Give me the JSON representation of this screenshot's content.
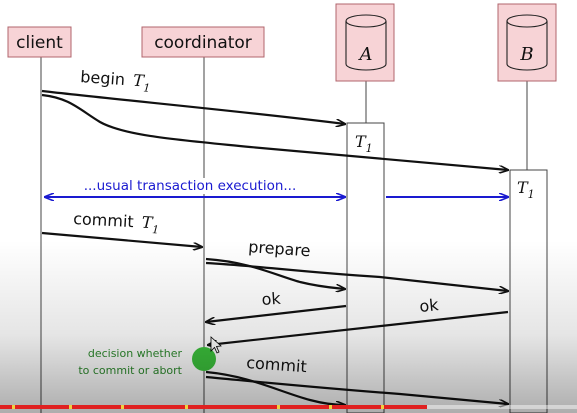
{
  "diagram": {
    "actors": {
      "client": "client",
      "coordinator": "coordinator",
      "db_a": "A",
      "db_b": "B"
    },
    "transaction": "T",
    "transaction_sub": "1",
    "messages": {
      "begin": "begin",
      "usual_execution": "...usual transaction execution...",
      "commit_req": "commit",
      "prepare": "prepare",
      "ok_a": "ok",
      "ok_b": "ok",
      "commit": "commit"
    },
    "note": {
      "line1": "decision whether",
      "line2": "to commit or abort"
    },
    "colors": {
      "actor_fill": "#f7d3d6",
      "actor_stroke": "#b0656c",
      "blue": "#1a1ad0",
      "decision_dot": "#3cc23c",
      "note_text": "#2e8b2e"
    }
  },
  "player": {
    "progress_percent": 74,
    "markers_percent": [
      2,
      12,
      21,
      32,
      48,
      57,
      66
    ]
  }
}
